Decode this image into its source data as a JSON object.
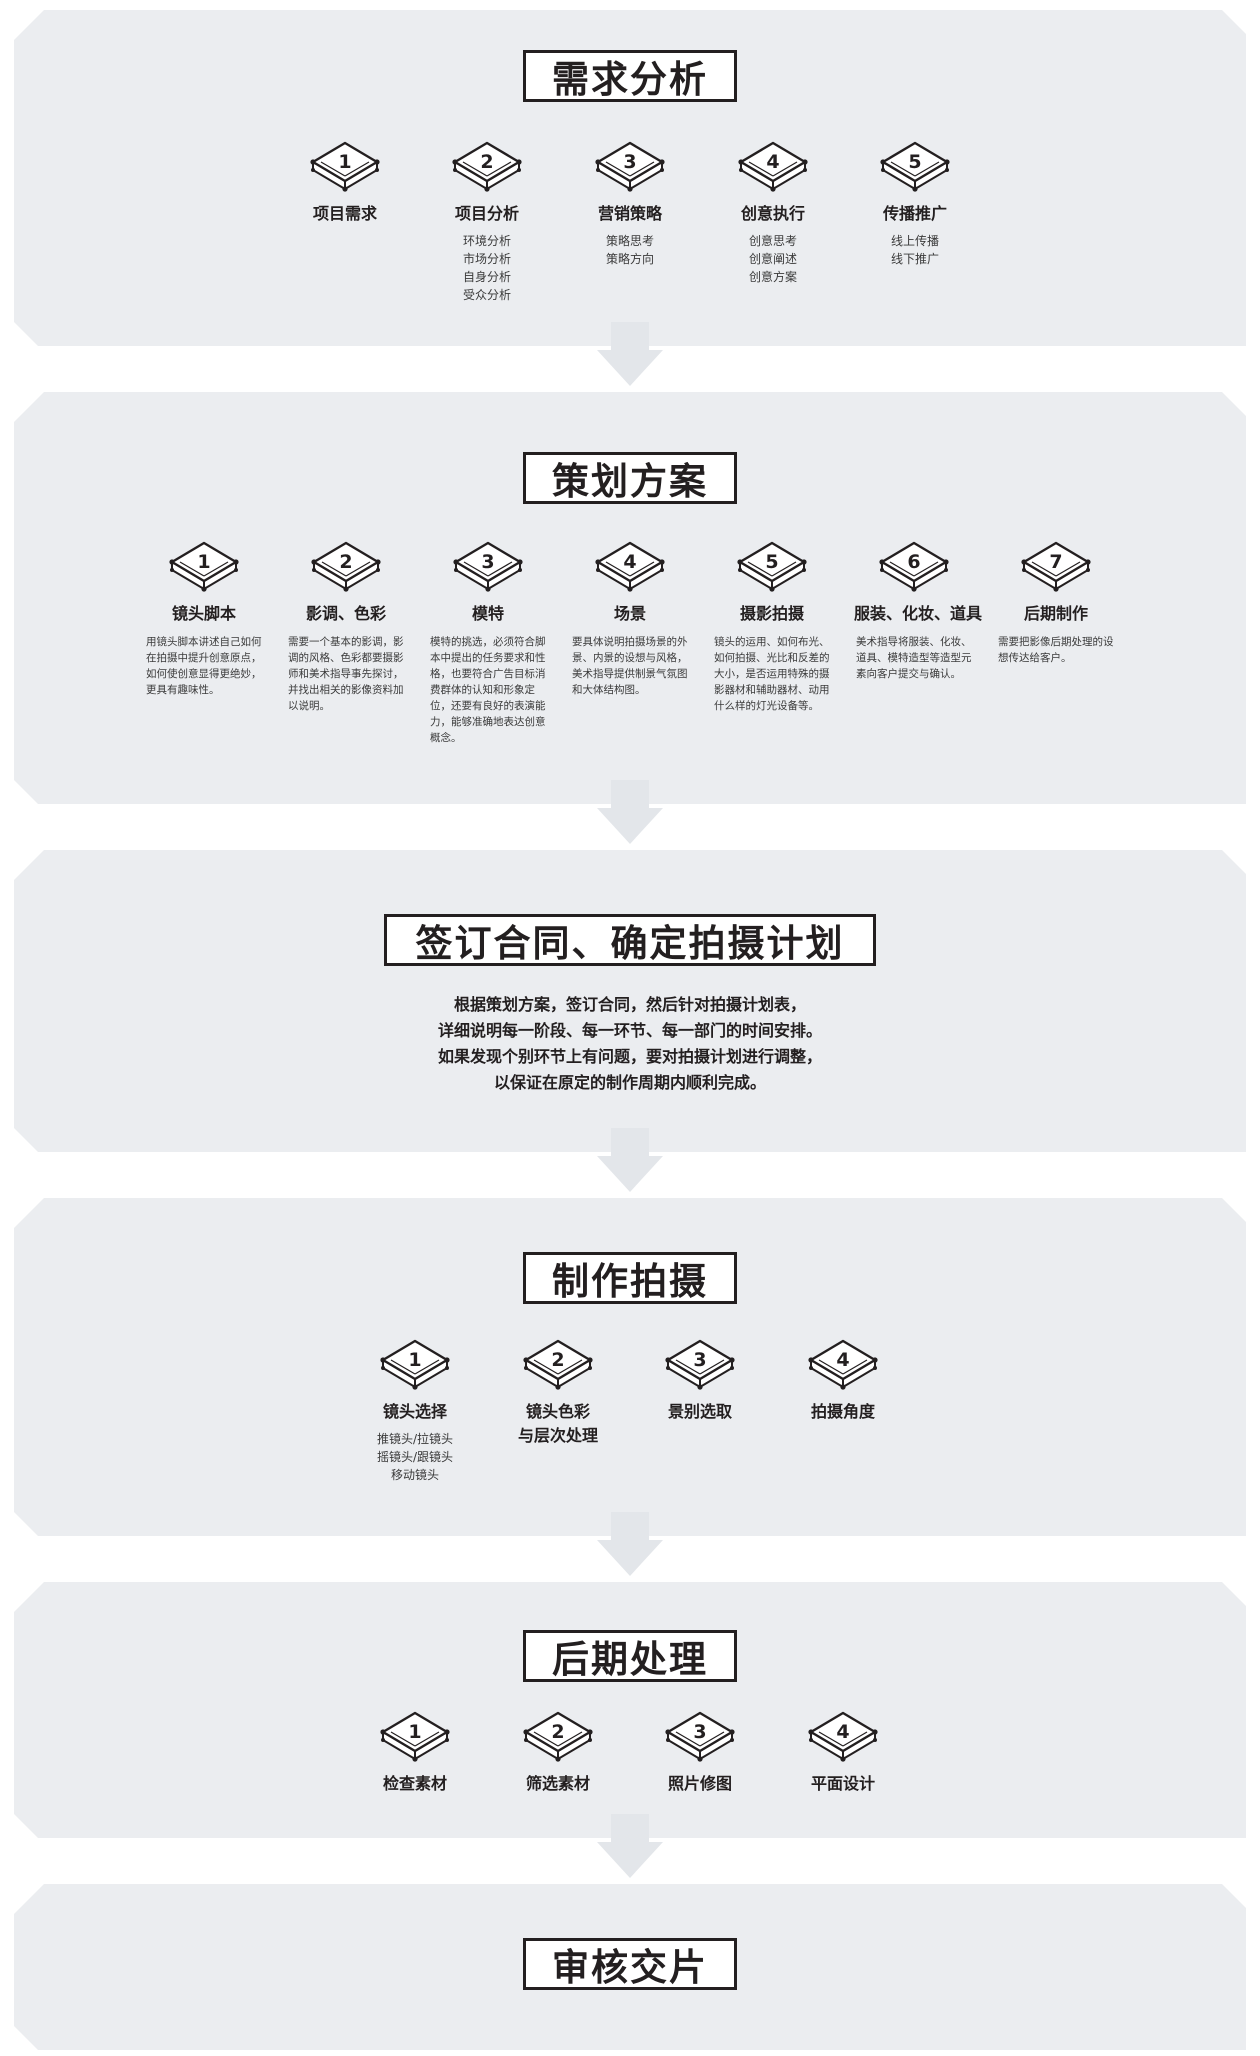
{
  "sections": [
    {
      "title": "需求分析",
      "steps": [
        {
          "num": "1",
          "name": "项目需求",
          "items": []
        },
        {
          "num": "2",
          "name": "项目分析",
          "items": [
            "环境分析",
            "市场分析",
            "自身分析",
            "受众分析"
          ]
        },
        {
          "num": "3",
          "name": "营销策略",
          "items": [
            "策略思考",
            "策略方向"
          ]
        },
        {
          "num": "4",
          "name": "创意执行",
          "items": [
            "创意思考",
            "创意阐述",
            "创意方案"
          ]
        },
        {
          "num": "5",
          "name": "传播推广",
          "items": [
            "线上传播",
            "线下推广"
          ]
        }
      ]
    },
    {
      "title": "策划方案",
      "steps": [
        {
          "num": "1",
          "name": "镜头脚本",
          "desc": "用镜头脚本讲述自己如何在拍摄中提升创意原点，如何使创意显得更绝妙，更具有趣味性。"
        },
        {
          "num": "2",
          "name": "影调、色彩",
          "desc": "需要一个基本的影调，影调的风格、色彩都要摄影师和美术指导事先探讨，并找出相关的影像资料加以说明。"
        },
        {
          "num": "3",
          "name": "模特",
          "desc": "模特的挑选，必须符合脚本中提出的任务要求和性格，也要符合广告目标消费群体的认知和形象定位，还要有良好的表演能力，能够准确地表达创意概念。"
        },
        {
          "num": "4",
          "name": "场景",
          "desc": "要具体说明拍摄场景的外景、内景的设想与风格，美术指导提供制景气氛图和大体结构图。"
        },
        {
          "num": "5",
          "name": "摄影拍摄",
          "desc": "镜头的运用、如何布光、如何拍摄、光比和反差的大小，是否运用特殊的摄影器材和辅助器材、动用什么样的灯光设备等。"
        },
        {
          "num": "6",
          "name": "服装、化妆、道具",
          "desc": "美术指导将服装、化妆、道具、模特造型等造型元素向客户提交与确认。"
        },
        {
          "num": "7",
          "name": "后期制作",
          "desc": "需要把影像后期处理的设想传达给客户。"
        }
      ]
    },
    {
      "title": "签订合同、确定拍摄计划",
      "lines": [
        "根据策划方案，签订合同，然后针对拍摄计划表，",
        "详细说明每一阶段、每一环节、每一部门的时间安排。",
        "如果发现个别环节上有问题，要对拍摄计划进行调整，",
        "以保证在原定的制作周期内顺利完成。"
      ]
    },
    {
      "title": "制作拍摄",
      "steps": [
        {
          "num": "1",
          "name": "镜头选择",
          "items": [
            "推镜头/拉镜头",
            "摇镜头/跟镜头",
            "移动镜头"
          ]
        },
        {
          "num": "2",
          "name": "镜头色彩",
          "name2": "与层次处理",
          "items": []
        },
        {
          "num": "3",
          "name": "景别选取",
          "items": []
        },
        {
          "num": "4",
          "name": "拍摄角度",
          "items": []
        }
      ]
    },
    {
      "title": "后期处理",
      "steps": [
        {
          "num": "1",
          "name": "检查素材"
        },
        {
          "num": "2",
          "name": "筛选素材"
        },
        {
          "num": "3",
          "name": "照片修图"
        },
        {
          "num": "4",
          "name": "平面设计"
        }
      ]
    },
    {
      "title": "审核交片"
    }
  ],
  "colors": {
    "panel": "#ebedf0",
    "ink": "#231f20",
    "arrow": "#e3e6ea"
  }
}
